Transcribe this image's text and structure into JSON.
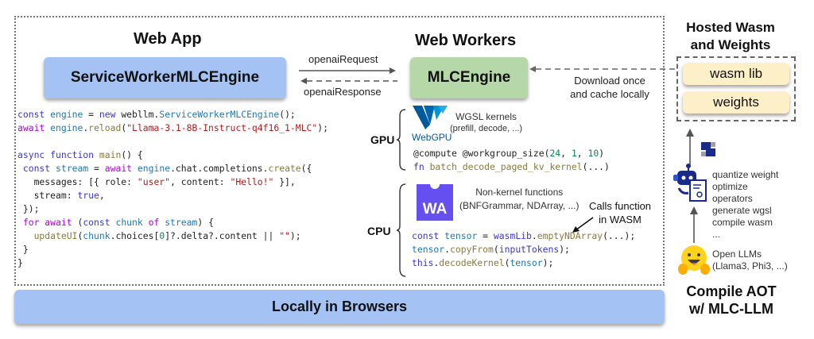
{
  "web_app": {
    "title": "Web App",
    "engine_box": "ServiceWorkerMLCEngine",
    "code_lines": [
      [
        {
          "t": "const ",
          "c": "kw"
        },
        {
          "t": "engine",
          "c": "id"
        },
        {
          "t": " = ",
          "c": "plain"
        },
        {
          "t": "new ",
          "c": "kw"
        },
        {
          "t": "webllm",
          "c": "plain"
        },
        {
          "t": ".",
          "c": "plain"
        },
        {
          "t": "ServiceWorkerMLCEngine",
          "c": "id"
        },
        {
          "t": "();",
          "c": "plain"
        }
      ],
      [
        {
          "t": "await ",
          "c": "kw2"
        },
        {
          "t": "engine",
          "c": "id"
        },
        {
          "t": ".",
          "c": "plain"
        },
        {
          "t": "reload",
          "c": "fnc"
        },
        {
          "t": "(",
          "c": "plain"
        },
        {
          "t": "\"Llama-3.1-8B-Instruct-q4f16_1-MLC\"",
          "c": "str"
        },
        {
          "t": ");",
          "c": "plain"
        }
      ],
      [],
      [
        {
          "t": "async ",
          "c": "kw"
        },
        {
          "t": "function ",
          "c": "kw"
        },
        {
          "t": "main",
          "c": "fnc"
        },
        {
          "t": "() {",
          "c": "plain"
        }
      ],
      [
        {
          "t": " const ",
          "c": "kw"
        },
        {
          "t": "stream",
          "c": "id"
        },
        {
          "t": " = ",
          "c": "plain"
        },
        {
          "t": "await ",
          "c": "kw2"
        },
        {
          "t": "engine",
          "c": "id"
        },
        {
          "t": ".chat.completions.",
          "c": "plain"
        },
        {
          "t": "create",
          "c": "fnc"
        },
        {
          "t": "({",
          "c": "plain"
        }
      ],
      [
        {
          "t": "   messages: [{ role: ",
          "c": "plain"
        },
        {
          "t": "\"user\"",
          "c": "str"
        },
        {
          "t": ", content: ",
          "c": "plain"
        },
        {
          "t": "\"Hello!\"",
          "c": "str"
        },
        {
          "t": " }],",
          "c": "plain"
        }
      ],
      [
        {
          "t": "   stream: ",
          "c": "plain"
        },
        {
          "t": "true",
          "c": "kw"
        },
        {
          "t": ",",
          "c": "plain"
        }
      ],
      [
        {
          "t": " });",
          "c": "plain"
        }
      ],
      [
        {
          "t": " for ",
          "c": "kw2"
        },
        {
          "t": "await ",
          "c": "kw2"
        },
        {
          "t": "(",
          "c": "plain"
        },
        {
          "t": "const ",
          "c": "kw"
        },
        {
          "t": "chunk ",
          "c": "id"
        },
        {
          "t": "of ",
          "c": "kw2"
        },
        {
          "t": "stream",
          "c": "id"
        },
        {
          "t": ") {",
          "c": "plain"
        }
      ],
      [
        {
          "t": "   updateUI",
          "c": "fnc"
        },
        {
          "t": "(",
          "c": "plain"
        },
        {
          "t": "chunk",
          "c": "id"
        },
        {
          "t": ".choices[",
          "c": "plain"
        },
        {
          "t": "0",
          "c": "num"
        },
        {
          "t": "]?.delta?.content || ",
          "c": "plain"
        },
        {
          "t": "\"\"",
          "c": "str"
        },
        {
          "t": ");",
          "c": "plain"
        }
      ],
      [
        {
          "t": " }",
          "c": "plain"
        }
      ],
      [
        {
          "t": "}",
          "c": "plain"
        }
      ]
    ]
  },
  "messaging": {
    "request": "openaiRequest",
    "response": "openaiResponse"
  },
  "web_workers": {
    "title": "Web Workers",
    "engine_box": "MLCEngine",
    "gpu": {
      "label": "GPU",
      "logo_text": "WebGPU",
      "desc_line1": "WGSL kernels",
      "desc_line2": "(prefill, decode, ...)",
      "code_lines": [
        [
          {
            "t": "@compute @workgroup_size(",
            "c": "plain"
          },
          {
            "t": "24",
            "c": "num"
          },
          {
            "t": ", ",
            "c": "plain"
          },
          {
            "t": "1",
            "c": "num"
          },
          {
            "t": ", ",
            "c": "plain"
          },
          {
            "t": "10",
            "c": "num"
          },
          {
            "t": ")",
            "c": "plain"
          }
        ],
        [
          {
            "t": "fn ",
            "c": "kw"
          },
          {
            "t": "batch_decode_paged_kv_kernel",
            "c": "fnc"
          },
          {
            "t": "(...)",
            "c": "plain"
          }
        ]
      ]
    },
    "cpu": {
      "label": "CPU",
      "logo_text": "WA",
      "desc_line1": "Non-kernel functions",
      "desc_line2": "(BNFGrammar, NDArray, ...)",
      "annotation_line1": "Calls function",
      "annotation_line2": "in WASM",
      "code_lines": [
        [
          {
            "t": "const ",
            "c": "kw"
          },
          {
            "t": "tensor",
            "c": "id"
          },
          {
            "t": " = ",
            "c": "plain"
          },
          {
            "t": "wasmLib",
            "c": "kw"
          },
          {
            "t": ".",
            "c": "plain"
          },
          {
            "t": "emptyNDArray",
            "c": "fnc"
          },
          {
            "t": "(...);",
            "c": "plain"
          }
        ],
        [
          {
            "t": "tensor",
            "c": "id"
          },
          {
            "t": ".",
            "c": "plain"
          },
          {
            "t": "copyFrom",
            "c": "fnc"
          },
          {
            "t": "(",
            "c": "plain"
          },
          {
            "t": "inputTokens",
            "c": "kw"
          },
          {
            "t": ");",
            "c": "plain"
          }
        ],
        [
          {
            "t": "this",
            "c": "kw"
          },
          {
            "t": ".",
            "c": "plain"
          },
          {
            "t": "decodeKernel",
            "c": "fnc"
          },
          {
            "t": "(",
            "c": "plain"
          },
          {
            "t": "tensor",
            "c": "id"
          },
          {
            "t": ");",
            "c": "plain"
          }
        ]
      ]
    }
  },
  "download": {
    "line1": "Download once",
    "line2": "and cache locally"
  },
  "hosted": {
    "title_line1": "Hosted Wasm",
    "title_line2": "and Weights",
    "items": [
      "wasm lib",
      "weights"
    ]
  },
  "compile": {
    "steps": [
      "quantize weight",
      "optimize",
      "operators",
      "generate wgsl",
      "compile wasm",
      "..."
    ],
    "source_line1": "Open LLMs",
    "source_line2": "(Llama3, Phi3, ...)",
    "title_line1": "Compile AOT",
    "title_line2": "w/ MLC-LLM"
  },
  "footer": {
    "label": "Locally in Browsers"
  },
  "colors": {
    "blue_box": "#a4c2f4",
    "green_box": "#b6d7a8",
    "yellow_box": "#fdf0c8",
    "webgpu_blue": "#005a9c",
    "wasm_purple": "#654ff0"
  }
}
